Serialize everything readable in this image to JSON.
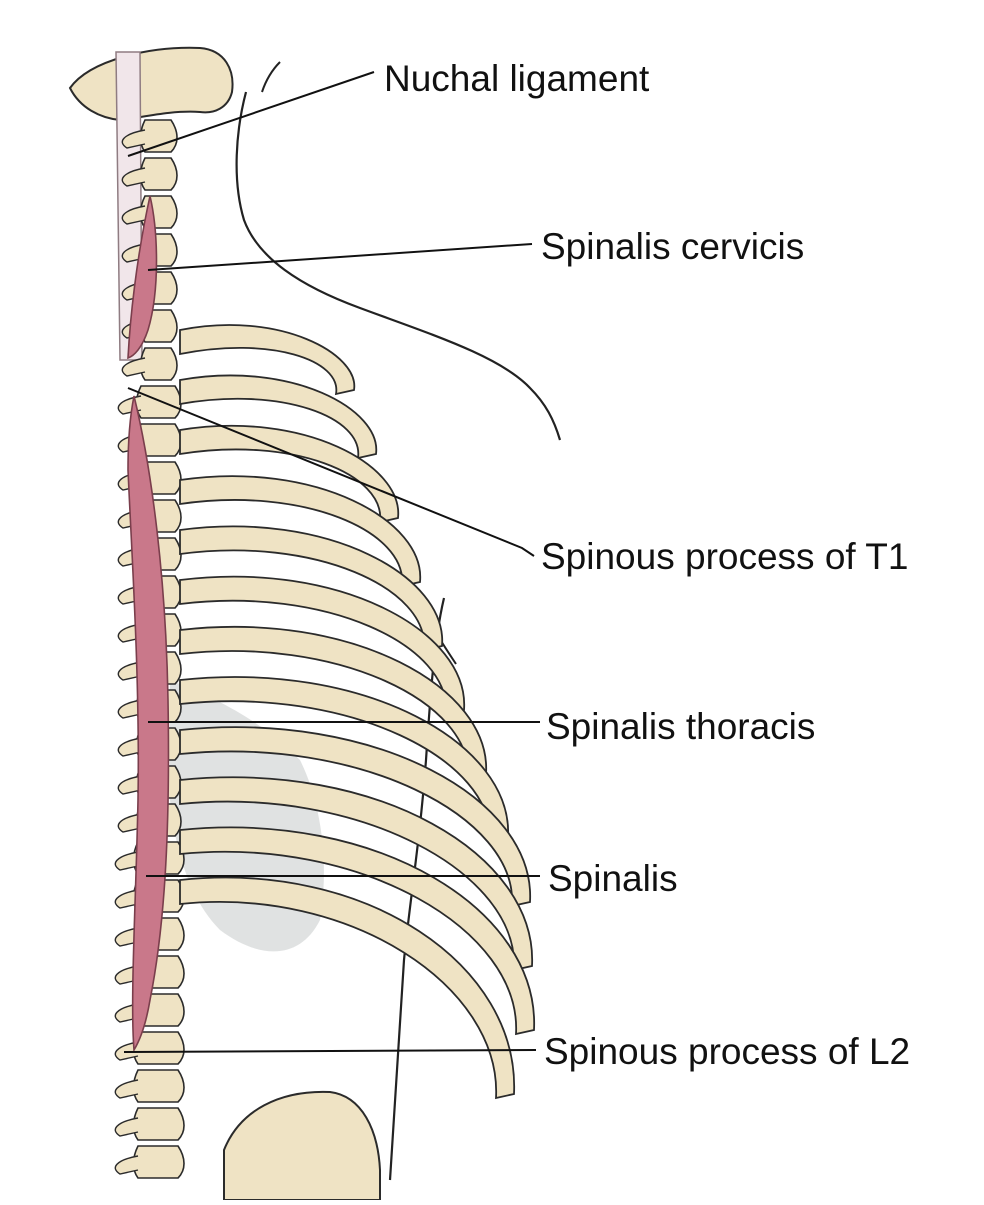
{
  "labels": {
    "nuchal_ligament": "Nuchal ligament",
    "spinalis_cervicis": "Spinalis cervicis",
    "spinous_process_t1": "Spinous process of T1",
    "spinalis_thoracis": "Spinalis thoracis",
    "spinalis": "Spinalis",
    "spinous_process_l2": "Spinous process of L2"
  },
  "colors": {
    "bone": "#efe3c4",
    "bone_outline": "#2b2b2b",
    "muscle": "#c9788a",
    "ligament": "#f1e6ea",
    "skin_line": "#222222",
    "leader_line": "#111111",
    "lung_shadow": "#d6d8d8"
  }
}
